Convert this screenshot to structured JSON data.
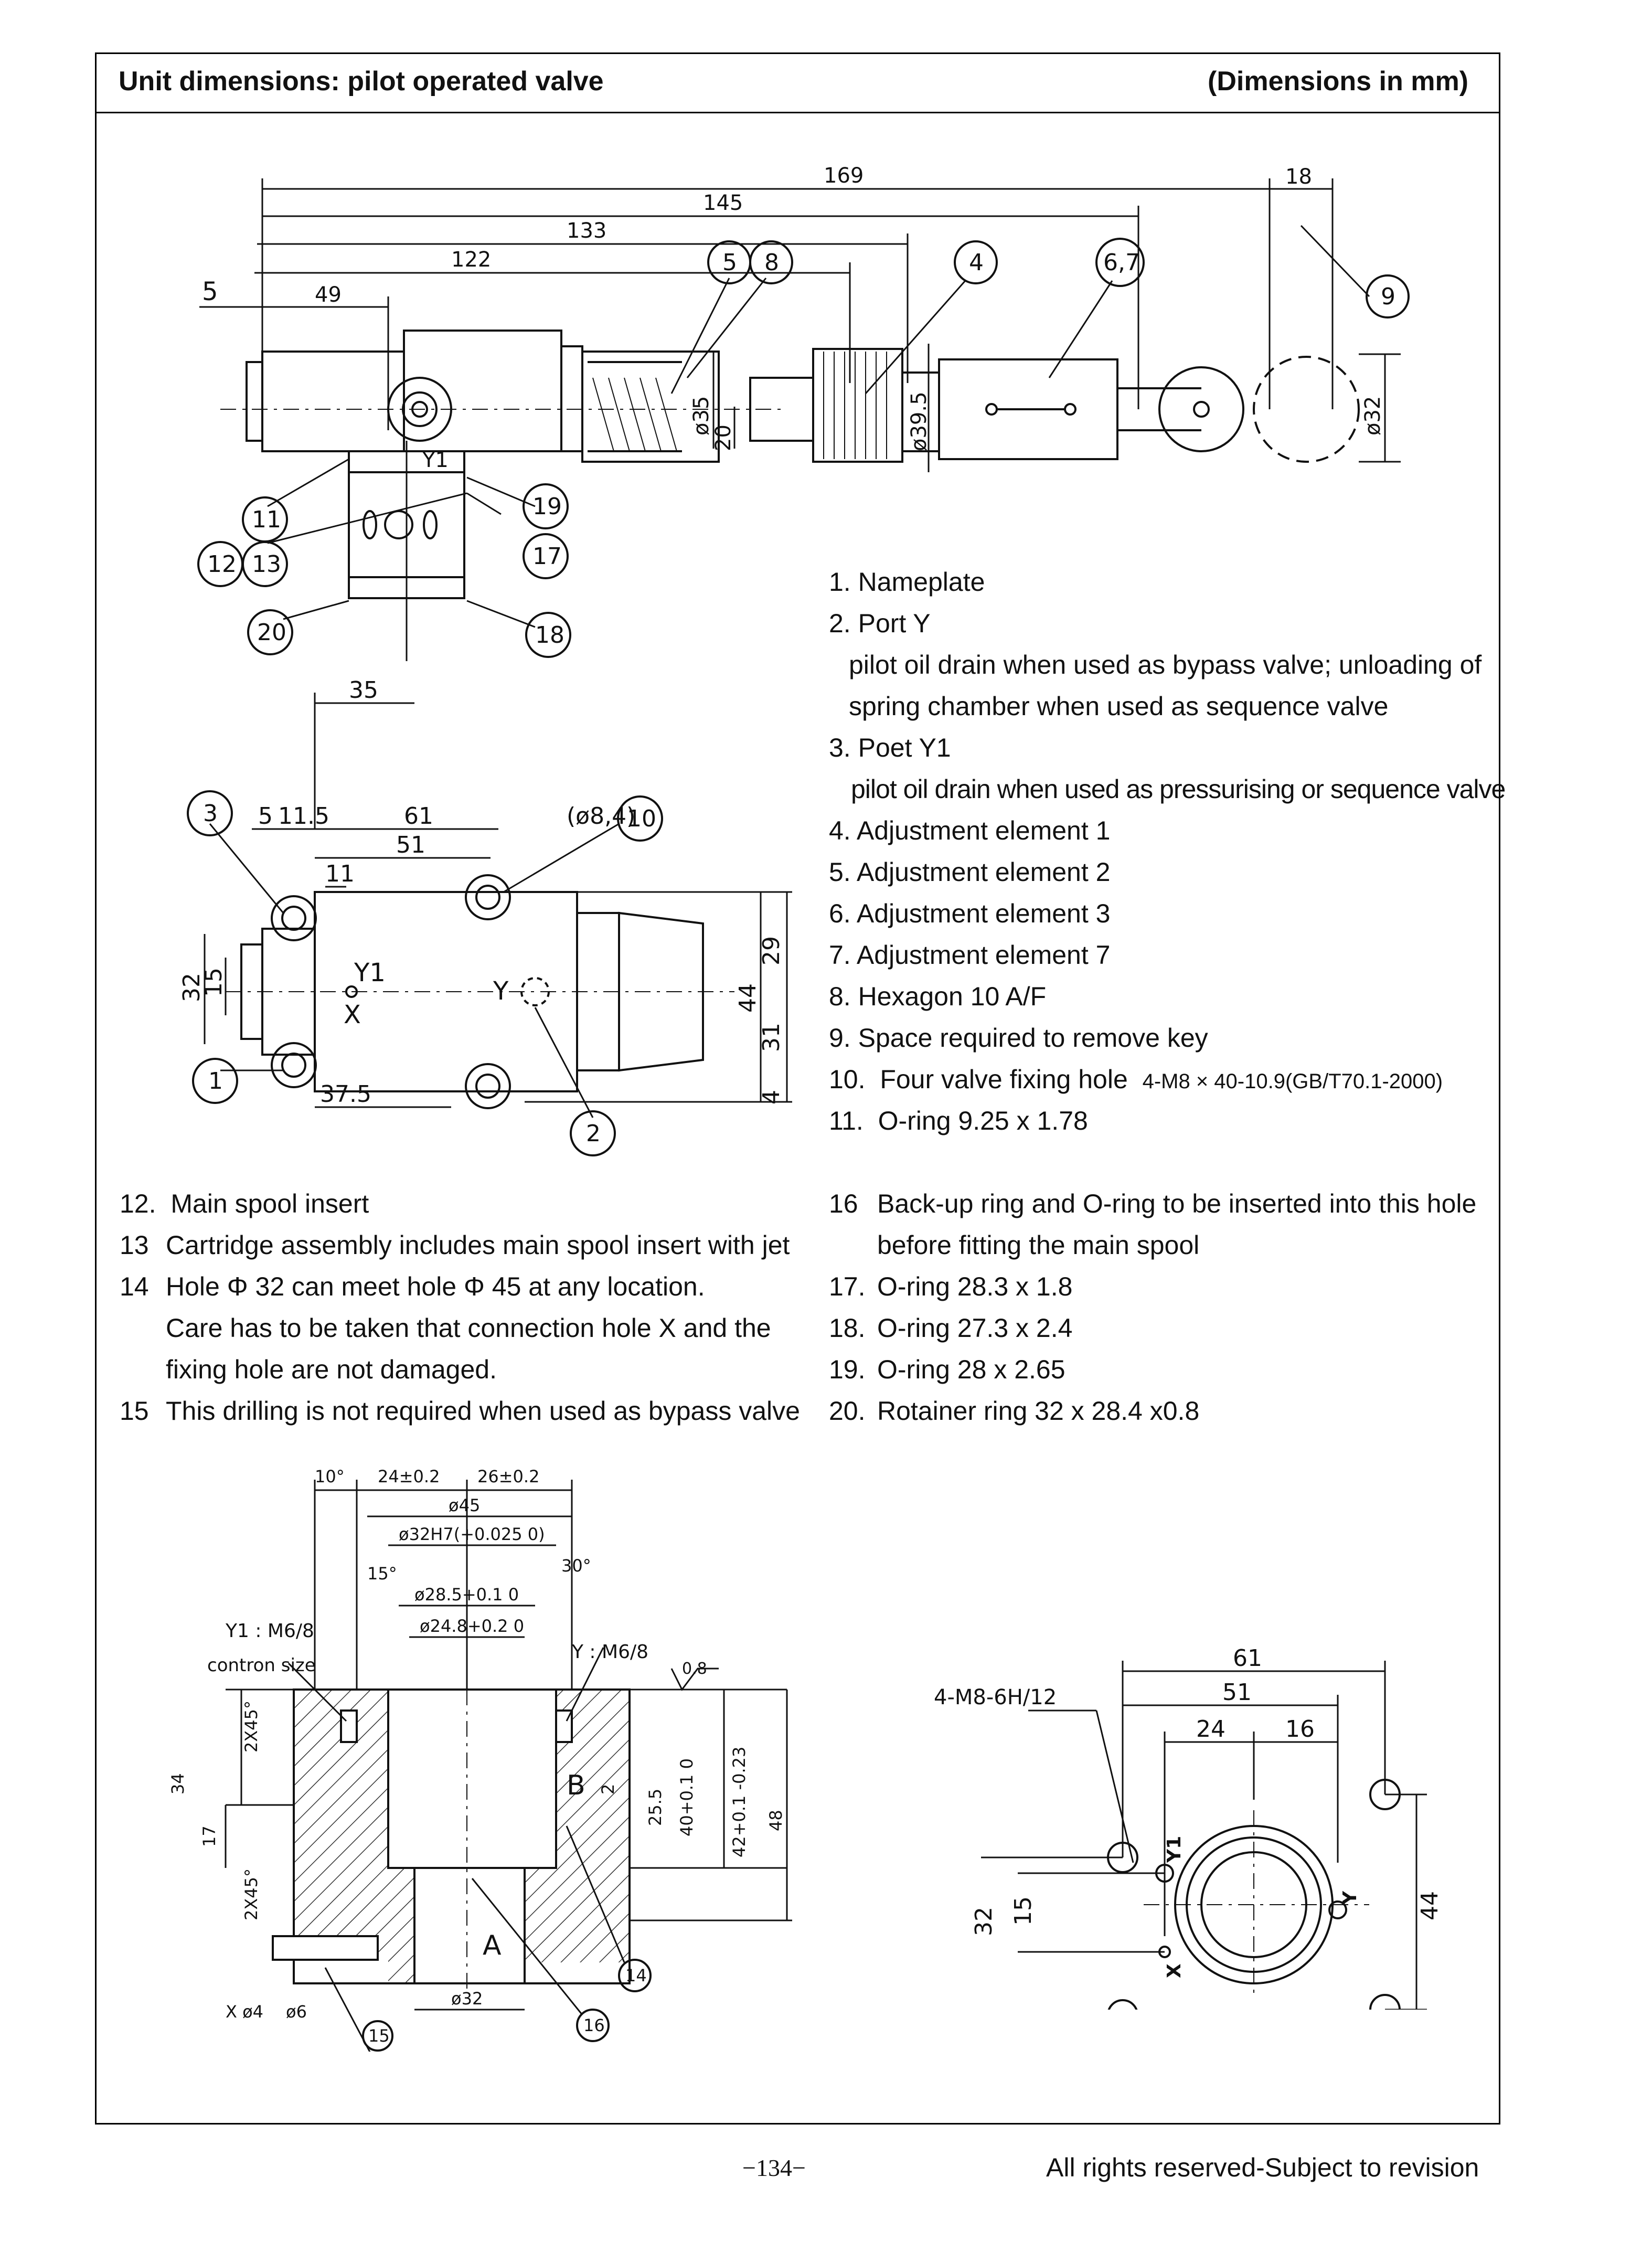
{
  "header": {
    "title": "Unit dimensions: pilot operated valve",
    "units": "(Dimensions in mm)"
  },
  "top_drawing": {
    "dims": [
      "169",
      "145",
      "133",
      "122",
      "5",
      "49",
      "18",
      "ø35",
      "20",
      "ø39.5",
      "ø32"
    ],
    "port_label": "Y1",
    "callouts": [
      "5",
      "8",
      "4",
      "6,7",
      "9",
      "11",
      "12",
      "13",
      "19",
      "17",
      "20",
      "18"
    ]
  },
  "mid_drawing": {
    "dims": [
      "35",
      "5",
      "11.5",
      "61",
      "51",
      "11",
      "32",
      "15",
      "29",
      "44",
      "31",
      "37.5",
      "4",
      "(ø8,4)"
    ],
    "port_labels": [
      "Y1",
      "X",
      "Y"
    ],
    "callouts": [
      "3",
      "10",
      "1",
      "2"
    ]
  },
  "legend_right": [
    {
      "num": "1.",
      "text": "Nameplate"
    },
    {
      "num": "2.",
      "text": "Port Y"
    },
    {
      "num": "",
      "text": "pilot oil drain when used as bypass valve; unloading of"
    },
    {
      "num": "",
      "text": "spring chamber when used as sequence valve"
    },
    {
      "num": "3.",
      "text": "Poet Y1"
    },
    {
      "num": "",
      "text": "pilot oil drain when used as pressurising or sequence valve"
    },
    {
      "num": "4.",
      "text": "Adjustment element  1"
    },
    {
      "num": "5.",
      "text": "Adjustment element  2"
    },
    {
      "num": "6.",
      "text": "Adjustment element  3"
    },
    {
      "num": "7.",
      "text": "Adjustment element  7"
    },
    {
      "num": "8.",
      "text": "Hexagon 10 A/F"
    },
    {
      "num": "9.",
      "text": "Space required to remove key"
    },
    {
      "num": "10.",
      "text": "Four valve fixing hole",
      "small": "4-M8 × 40-10.9(GB/T70.1-2000)"
    },
    {
      "num": "11.",
      "text": "O-ring 9.25 x 1.78"
    }
  ],
  "legend_left": [
    {
      "num": "12.",
      "text": "Main spool insert"
    },
    {
      "num": "13",
      "text": "Cartridge assembly includes main spool  insert with jet"
    },
    {
      "num": "14",
      "text": "Hole Φ 32 can meet hole Φ 45 at any location."
    },
    {
      "num": "",
      "text": "Care has  to be taken that connection hole X and the"
    },
    {
      "num": "",
      "text": "fixing hole are not damaged."
    },
    {
      "num": "15",
      "text": "This drilling is not required when used as bypass valve"
    }
  ],
  "legend_bottom_right": [
    {
      "num": "16",
      "text": "Back-up ring and O-ring to be inserted into this hole"
    },
    {
      "num": "",
      "text": "before fitting the main spool"
    },
    {
      "num": "17.",
      "text": "O-ring 28.3 x 1.8"
    },
    {
      "num": "18.",
      "text": "O-ring 27.3 x 2.4"
    },
    {
      "num": "19.",
      "text": "O-ring 28 x 2.65"
    },
    {
      "num": "20.",
      "text": "Rotainer ring  32 x 28.4 x0.8"
    }
  ],
  "bottom_left_drawing": {
    "dims": [
      "10°",
      "24±0.2",
      "26±0.2",
      "ø45",
      "ø32H7(+0.025 0)",
      "15°",
      "30°",
      "ø28.5+0.1 0",
      "ø24.8+0.2 0",
      "2X45°",
      "34",
      "17",
      "2X45°",
      "2",
      "25.5",
      "40+0.1 0",
      "42+0.1 -0.23",
      "48",
      "ø32",
      "X ø4",
      "ø6"
    ],
    "labels": [
      "Y1 : M6/8",
      "contron size",
      "Y : M6/8",
      "B",
      "A",
      "0.8"
    ],
    "callouts": [
      "14",
      "16",
      "15"
    ]
  },
  "bottom_right_drawing": {
    "dims": [
      "61",
      "51",
      "24",
      "16",
      "4-M8-6H/12",
      "32",
      "15",
      "44"
    ],
    "port_labels": [
      "Y1",
      "Y",
      "X"
    ]
  },
  "footer": {
    "page": "−134−",
    "rights": "All rights reserved-Subject to revision"
  }
}
